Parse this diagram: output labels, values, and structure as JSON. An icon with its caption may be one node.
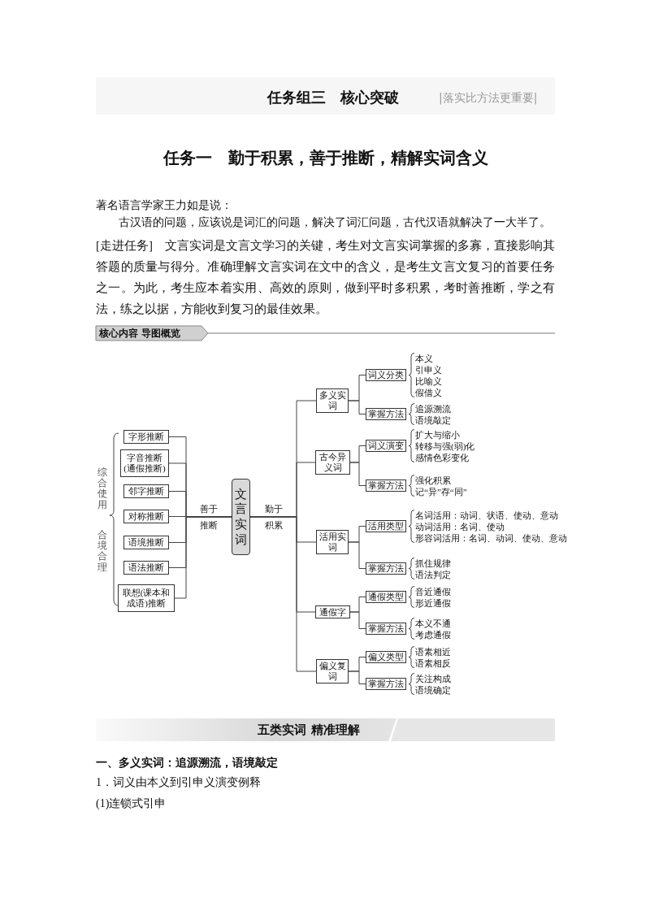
{
  "diagram": {
    "title": "任务一　勤于积累，善于推断，精解实词含义",
    "nodes": [
      {
        "text": [
          "文言实词"
        ]
      },
      {
        "text": [
          "字形推断"
        ]
      },
      {
        "text": [
          "字音推断(通假推断)"
        ]
      },
      {
        "text": [
          "邻字推断"
        ]
      },
      {
        "text": [
          "对称推断"
        ]
      },
      {
        "text": [
          "语境推断"
        ]
      },
      {
        "text": [
          "语法推断"
        ]
      },
      {
        "text": [
          "联想(课本和成语)推断"
        ]
      },
      {
        "text": [
          "多义实词"
        ]
      },
      {
        "text": [
          "词义分类"
        ],
        "beside": [
          "本义",
          "引申义",
          "比喻义",
          "假借义"
        ]
      },
      {
        "text": [
          "掌握方法"
        ],
        "beside": [
          "追源溯流",
          "语境敲定"
        ]
      },
      {
        "text": [
          "古今异义词"
        ]
      },
      {
        "text": [
          "词义演变"
        ],
        "beside": [
          "扩大与缩小",
          "转移与强(弱)化",
          "感情色彩变化"
        ]
      },
      {
        "text": [
          "掌握方法"
        ],
        "beside": [
          "强化积累",
          "记“异”存“同”"
        ]
      },
      {
        "text": [
          "活用实词"
        ]
      },
      {
        "text": [
          "活用类型"
        ],
        "beside": [
          "名词活用：动词、状语、使动、意动",
          "动词活用：名词、使动",
          "形容词活用：名词、动词、使动、意动"
        ]
      },
      {
        "text": [
          "掌握方法"
        ],
        "beside": [
          "抓住规律",
          "语法判定"
        ]
      },
      {
        "text": [
          "通假字"
        ]
      },
      {
        "text": [
          "通假类型"
        ],
        "beside": [
          "音近通假",
          "形近通假"
        ]
      },
      {
        "text": [
          "掌握方法"
        ],
        "beside": [
          "本义不通",
          "考虑通假"
        ]
      },
      {
        "text": [
          "偏义复词"
        ]
      },
      {
        "text": [
          "偏义类型"
        ],
        "beside": [
          "语素相近",
          "语素相反"
        ]
      },
      {
        "text": [
          "掌握方法"
        ],
        "beside": [
          "关注构成",
          "语境确定"
        ]
      }
    ],
    "edges": [
      {
        "from": 1,
        "to": 0,
        "arrow": "none"
      },
      {
        "from": 2,
        "to": 0,
        "arrow": "none"
      },
      {
        "from": 3,
        "to": 0,
        "arrow": "none"
      },
      {
        "from": 4,
        "to": 0,
        "arrow": "none",
        "label": "善于推断"
      },
      {
        "from": 5,
        "to": 0,
        "arrow": "none"
      },
      {
        "from": 6,
        "to": 0,
        "arrow": "none"
      },
      {
        "from": 7,
        "to": 0,
        "arrow": "none"
      },
      {
        "from": 0,
        "to": 8,
        "arrow": "none"
      },
      {
        "from": 0,
        "to": 11,
        "arrow": "none"
      },
      {
        "from": 0,
        "to": 14,
        "arrow": "none",
        "label": "勤于积累"
      },
      {
        "from": 0,
        "to": 17,
        "arrow": "none"
      },
      {
        "from": 0,
        "to": 20,
        "arrow": "none"
      },
      {
        "from": 8,
        "to": 9,
        "arrow": "none"
      },
      {
        "from": 8,
        "to": 10,
        "arrow": "none"
      },
      {
        "from": 11,
        "to": 12,
        "arrow": "none"
      },
      {
        "from": 11,
        "to": 13,
        "arrow": "none"
      },
      {
        "from": 14,
        "to": 15,
        "arrow": "none"
      },
      {
        "from": 14,
        "to": 16,
        "arrow": "none"
      },
      {
        "from": 17,
        "to": 18,
        "arrow": "none"
      },
      {
        "from": 17,
        "to": 19,
        "arrow": "none"
      },
      {
        "from": 20,
        "to": 21,
        "arrow": "none"
      },
      {
        "from": 20,
        "to": 22,
        "arrow": "none"
      }
    ],
    "labels": [
      "任务组三　核心突破",
      "|落实比方法更重要|",
      "著名语言学家王力如是说：",
      "古汉语的问题，应该说是词汇的问题，解决了词汇问题，古代汉语就解决了一大半了。",
      "[走进任务]　文言实词是文言文学习的关键，考生对文言实词掌握的多寡，直接影响其答题的质量与得分。准确理解文言实词在文中的含义，是考生文言文复习的首要任务之一。为此，考生应本着实用、高效的原则，做到平时多积累，考时善推断，学之有法，练之以据，方能收到复习的最佳效果。",
      "核心内容 导图概览",
      "综合使用",
      "合境合理",
      "五类实词 精准理解",
      "一、多义实词：追源溯流，语境敲定",
      "1．词义由本义到引申义演变例释",
      "(1)连锁式引申"
    ]
  }
}
